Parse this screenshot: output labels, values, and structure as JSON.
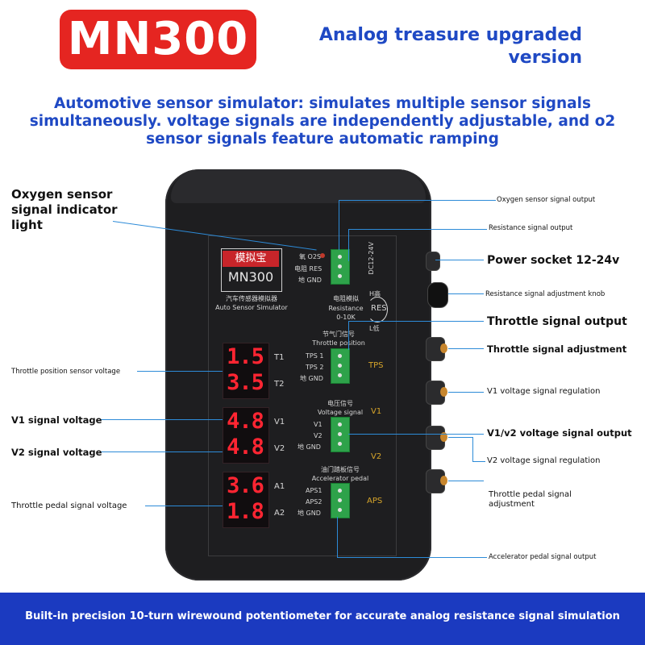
{
  "header": {
    "model": "MN300",
    "subtitle_line1": "Analog treasure upgraded",
    "subtitle_line2": "version",
    "description": "Automotive sensor simulator: simulates multiple sensor signals simultaneously. voltage signals are independently adjustable, and o2 sensor signals feature automatic ramping"
  },
  "device": {
    "logo_cn": "模拟宝",
    "logo_model": "MN300",
    "name_cn": "汽车传感器模拟器",
    "name_en": "Auto Sensor Simulator",
    "o2s_label": "氧 O2S",
    "res_label": "电阻 RES",
    "gnd_label": "地 GND",
    "power_label": "DC12-24V",
    "resistance_cn": "电阻模拟",
    "resistance_en": "Resistance",
    "resistance_range": "0-10K",
    "res_knob": "RES",
    "res_high": "H高",
    "res_low": "L低",
    "throttle_cn": "节气门信号",
    "throttle_en": "Throttle position",
    "tps1": "TPS 1",
    "tps2": "TPS 2",
    "tps_gnd": "地 GND",
    "tps_tag": "TPS",
    "voltage_cn": "电压信号",
    "voltage_en": "Voltage signal",
    "v1": "V1",
    "v2": "V2",
    "v_gnd": "地 GND",
    "v1_tag": "V1",
    "v2_tag": "V2",
    "pedal_cn": "油门踏板信号",
    "pedal_en": "Accelerator pedal",
    "aps1": "APS1",
    "aps2": "APS2",
    "aps_gnd": "地 GND",
    "aps_tag": "APS",
    "displays": [
      {
        "value": "1.5",
        "label": "T1"
      },
      {
        "value": "3.5",
        "label": "T2"
      },
      {
        "value": "4.8",
        "label": "V1"
      },
      {
        "value": "4.8",
        "label": "V2"
      },
      {
        "value": "3.6",
        "label": "A1"
      },
      {
        "value": "1.8",
        "label": "A2"
      }
    ]
  },
  "callouts": {
    "oxygen_light": "Oxygen sensor signal indicator light",
    "throttle_position_voltage": "Throttle position sensor voltage",
    "v1_voltage": "V1 signal voltage",
    "v2_voltage": "V2 signal voltage",
    "pedal_voltage": "Throttle pedal signal voltage",
    "oxygen_output": "Oxygen sensor signal output",
    "resistance_output": "Resistance signal output",
    "power_socket": "Power socket 12-24v",
    "res_knob": "Resistance signal adjustment knob",
    "throttle_output": "Throttle signal output",
    "throttle_adjust": "Throttle signal adjustment",
    "v1_regulation": "V1 voltage signal regulation",
    "v1v2_output": "V1/v2 voltage signal output",
    "v2_regulation": "V2 voltage signal regulation",
    "pedal_adjust": "Throttle pedal signal adjustment",
    "pedal_output": "Accelerator pedal signal output"
  },
  "footer": {
    "text": "Built-in precision 10-turn wirewound potentiometer for accurate analog resistance signal simulation"
  }
}
